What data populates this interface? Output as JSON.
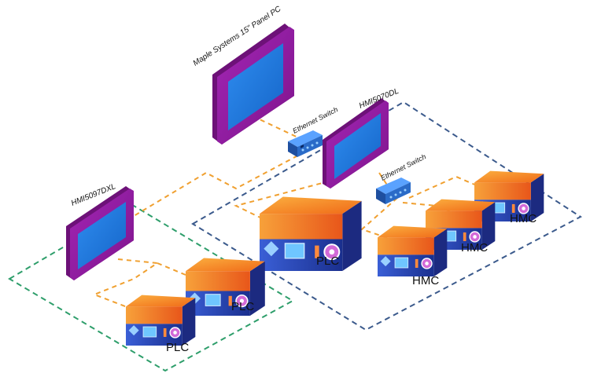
{
  "labels": {
    "panel_pc": "Maple Systems 15\" Panel PC",
    "switch_top": "Ethernet Switch",
    "hmi_center": "HMI5070DL",
    "switch_right": "Ethernet Switch",
    "hmi_left": "HMI5097DXL",
    "plc_center": "PLC",
    "plc_left_upper": "PLC",
    "plc_left_lower": "PLC",
    "hmc_1": "HMC",
    "hmc_2": "HMC",
    "hmc_3": "HMC"
  },
  "colors": {
    "ethernet_link": "#f0a030",
    "network_left_boundary": "#2e9e6b",
    "network_right_boundary": "#3b5a8c",
    "hmi_frame": "#8e1b9c",
    "hmi_frame_side": "#6d1178",
    "screen": "#1f7fe0",
    "switch_body": "#2a6bc8",
    "device_orange": "#f28a1e",
    "device_blue": "#2448b8"
  }
}
